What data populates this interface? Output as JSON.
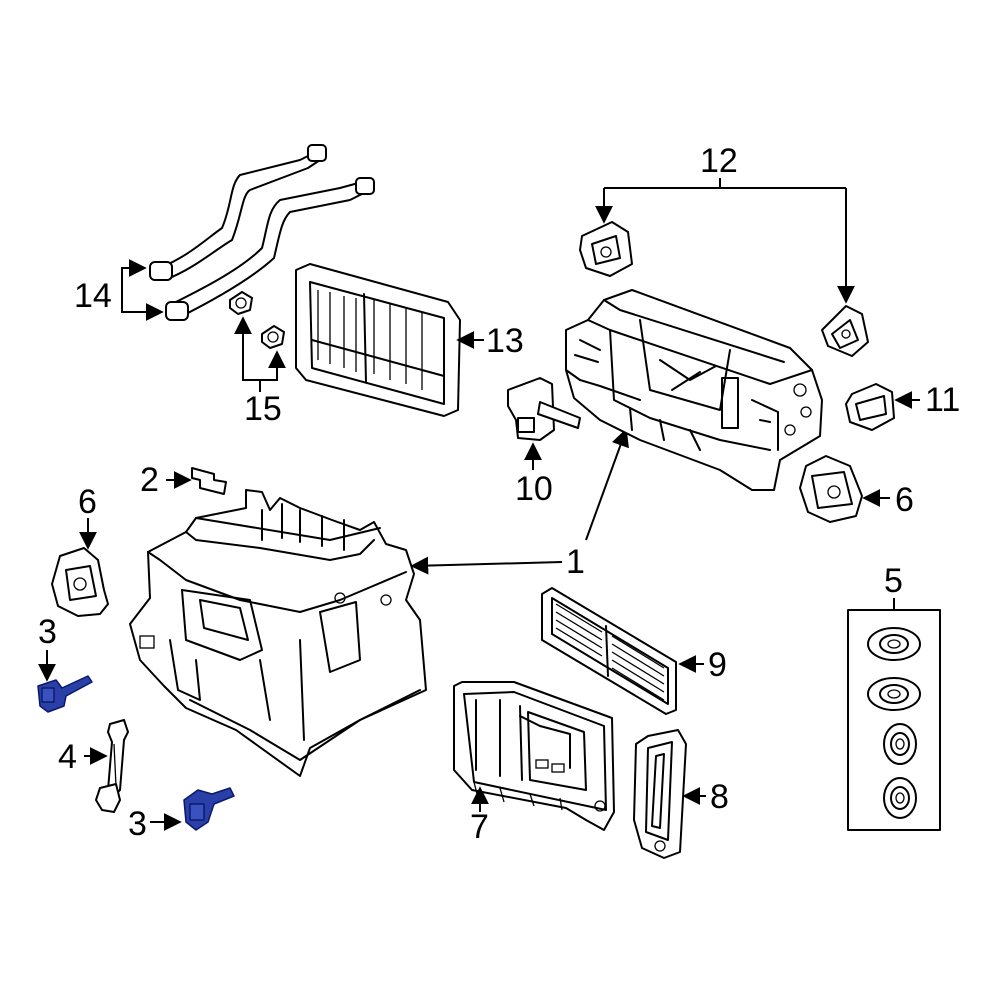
{
  "colors": {
    "line": "#000000",
    "background": "#ffffff",
    "highlight": "#2a3fa8",
    "highlight_stroke": "#0a1a6a"
  },
  "callouts": {
    "c1": "1",
    "c2": "2",
    "c3a": "3",
    "c3b": "3",
    "c4": "4",
    "c5": "5",
    "c6a": "6",
    "c6b": "6",
    "c7": "7",
    "c8": "8",
    "c9": "9",
    "c10": "10",
    "c11": "11",
    "c12": "12",
    "c13": "13",
    "c14": "14",
    "c15": "15"
  }
}
